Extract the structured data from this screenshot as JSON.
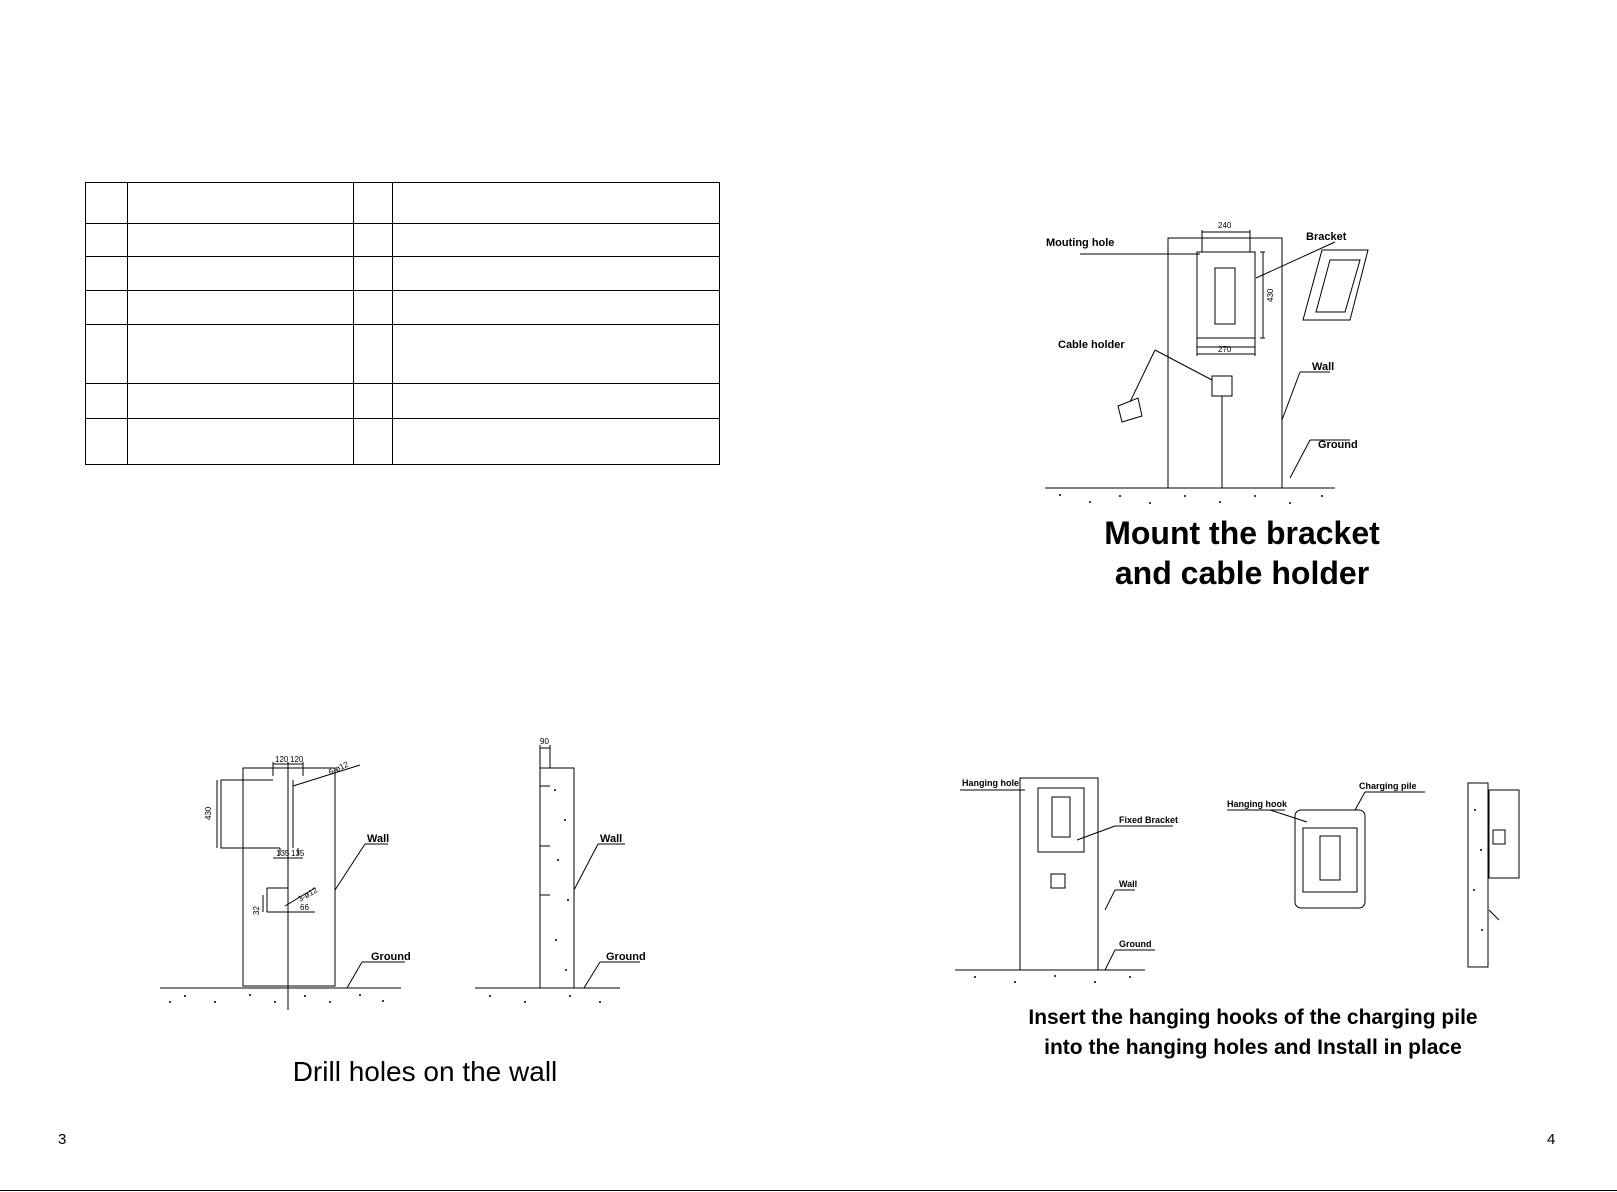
{
  "left_page": {
    "page_number": "3",
    "caption": "Drill holes on the wall",
    "table": {
      "rows": 7,
      "cols": 4
    },
    "figure_front": {
      "labels": {
        "wall": "Wall",
        "ground": "Ground"
      },
      "dims": {
        "w1": "120",
        "w2": "120",
        "h": "430",
        "holes_top": "6-ø12",
        "d1": "135",
        "d2": "135",
        "holes_bottom": "3-ø12",
        "d3": "32",
        "d4": "66"
      }
    },
    "figure_side": {
      "labels": {
        "wall": "Wall",
        "ground": "Ground"
      },
      "dims": {
        "depth": "90"
      }
    }
  },
  "right_page": {
    "page_number": "4",
    "caption_mount": [
      "Mount the bracket",
      "and cable holder"
    ],
    "figure_mount": {
      "labels": {
        "mounting_hole": "Mouting hole",
        "bracket": "Bracket",
        "cable_holder": "Cable holder",
        "wall": "Wall",
        "ground": "Ground"
      },
      "dims": {
        "top": "240",
        "bottom": "270",
        "height": "430"
      }
    },
    "figure_hang": {
      "labels": {
        "hanging_hole": "Hanging hole",
        "fixed_bracket": "Fixed Bracket",
        "wall": "Wall",
        "ground": "Ground",
        "hanging_hook": "Hanging hook",
        "charging_pile": "Charging pile"
      }
    },
    "caption_insert": [
      "Insert the hanging hooks of the charging pile",
      "into the hanging holes and Install in place"
    ]
  }
}
